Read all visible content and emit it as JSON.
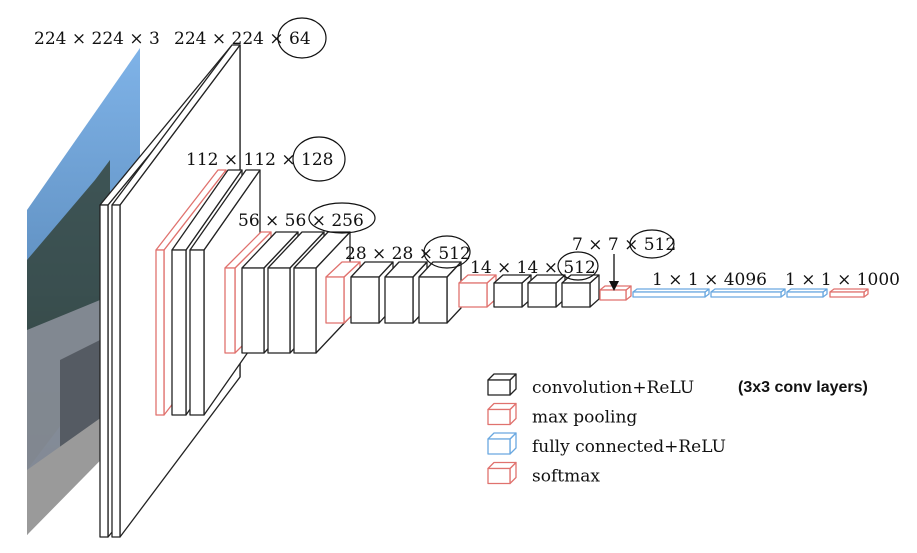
{
  "labels": {
    "input": "224 × 224 × 3",
    "conv1": "224 × 224 × 64",
    "conv2": "112 × 112 × 128",
    "conv3": "56 × 56 × 256",
    "conv4": "28 × 28 × 512",
    "conv5": "14 × 14 × 512",
    "pool5": "7 × 7 × 512",
    "fc": "1 × 1 × 4096",
    "out": "1 × 1 × 1000"
  },
  "legend": [
    {
      "label": "convolution+ReLU",
      "kind": "conv"
    },
    {
      "label": "max pooling",
      "kind": "pool"
    },
    {
      "label": "fully connected+ReLU",
      "kind": "fc"
    },
    {
      "label": "softmax",
      "kind": "softmax"
    }
  ],
  "note": "(3x3 conv layers)",
  "colors": {
    "conv": "#222222",
    "pool": "#e0726e",
    "fc": "#6aa8e0",
    "softmax": "#e0726e",
    "circle": "#111111"
  },
  "icons": {
    "input_image": "street-photo-icon"
  }
}
